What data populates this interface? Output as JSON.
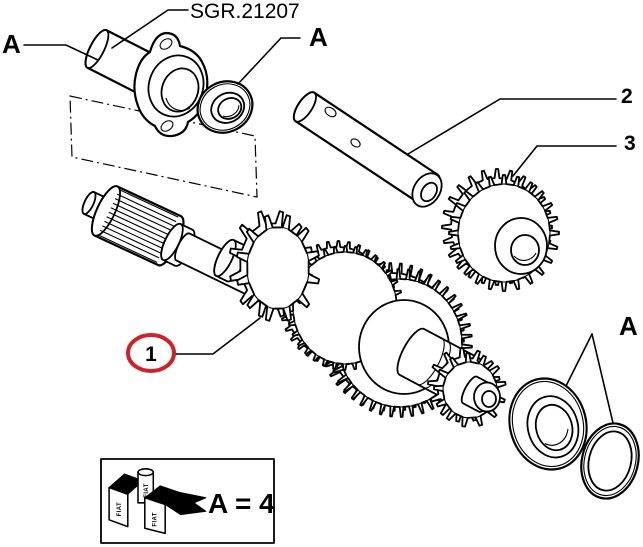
{
  "figure_type": "exploded-parts-diagram",
  "ref_code": "SGR.21207",
  "callouts": [
    {
      "id": "a-sleeve",
      "text": "A"
    },
    {
      "id": "a-bearing-top",
      "text": "A"
    },
    {
      "id": "part-2",
      "text": "2"
    },
    {
      "id": "part-3",
      "text": "3"
    },
    {
      "id": "part-1",
      "text": "1",
      "style": "red-circled"
    },
    {
      "id": "a-bearing-bottom",
      "text": "A"
    }
  ],
  "legend": {
    "kit_equation": "A = 4",
    "brand_mark": "FIAT"
  },
  "colors": {
    "line": "#000000",
    "background": "#ffffff",
    "callout_red": "#cc2229"
  }
}
